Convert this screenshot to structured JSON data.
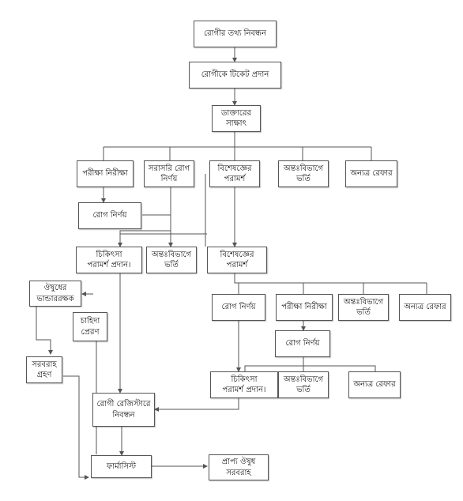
{
  "nodes": {
    "patient_info_registration": "রোগীর তথ্য নিবন্ধন",
    "ticket_issue": "রোগীকে টিকেট প্রদান",
    "doctor_visit": "ডাক্তারের\nসাক্ষাৎ",
    "exam_1": "পরীক্ষা নিরীক্ষা",
    "direct_diagnosis": "সরাসরি রোগ\nনির্ণয়",
    "specialist_consult_1": "বিশেষজ্ঞের\nপরামর্শ",
    "inpatient_1": "অন্তঃবিভাগে\nভর্তি",
    "refer_elsewhere_1": "অন্যত্র রেফার",
    "diagnosis_1": "রোগ নির্ণয়",
    "treatment_advice_1": "চিকিৎসা\nপরামর্শ প্রদান।",
    "inpatient_2": "অন্তঃবিভাগে\nভর্তি",
    "specialist_consult_2": "বিশেষজ্ঞের\nপরামর্শ",
    "medicine_storekeeper": "ঔষুধের\nভান্ডাররক্ষক",
    "demand_send": "চাহিদা\nপ্রেরণ",
    "supply_receive": "সরবরাহ\nগ্রহণ",
    "diagnosis_2": "রোগ নির্ণয়",
    "exam_2": "পরীক্ষা নিরীক্ষা",
    "inpatient_3": "অন্তঃবিভাগে\nভর্তি",
    "refer_elsewhere_2": "অন্যত্র রেফার",
    "diagnosis_3": "রোগ নির্ণয়",
    "treatment_advice_2": "চিকিৎসা\nপরামর্শ প্রদান।",
    "inpatient_4": "অন্তঃবিভাগে\nভর্তি",
    "refer_elsewhere_3": "অন্যত্র রেফার",
    "patient_register": "রোগী রেজিস্টারে\nনিবন্ধন",
    "pharmacist": "ফার্মাসিস্ট",
    "medicine_supply": "প্রাপ্য ঔষুধ\nসরবরাহ"
  },
  "colors": {
    "line": "#555555",
    "box_border": "#555555",
    "text": "#111111"
  }
}
